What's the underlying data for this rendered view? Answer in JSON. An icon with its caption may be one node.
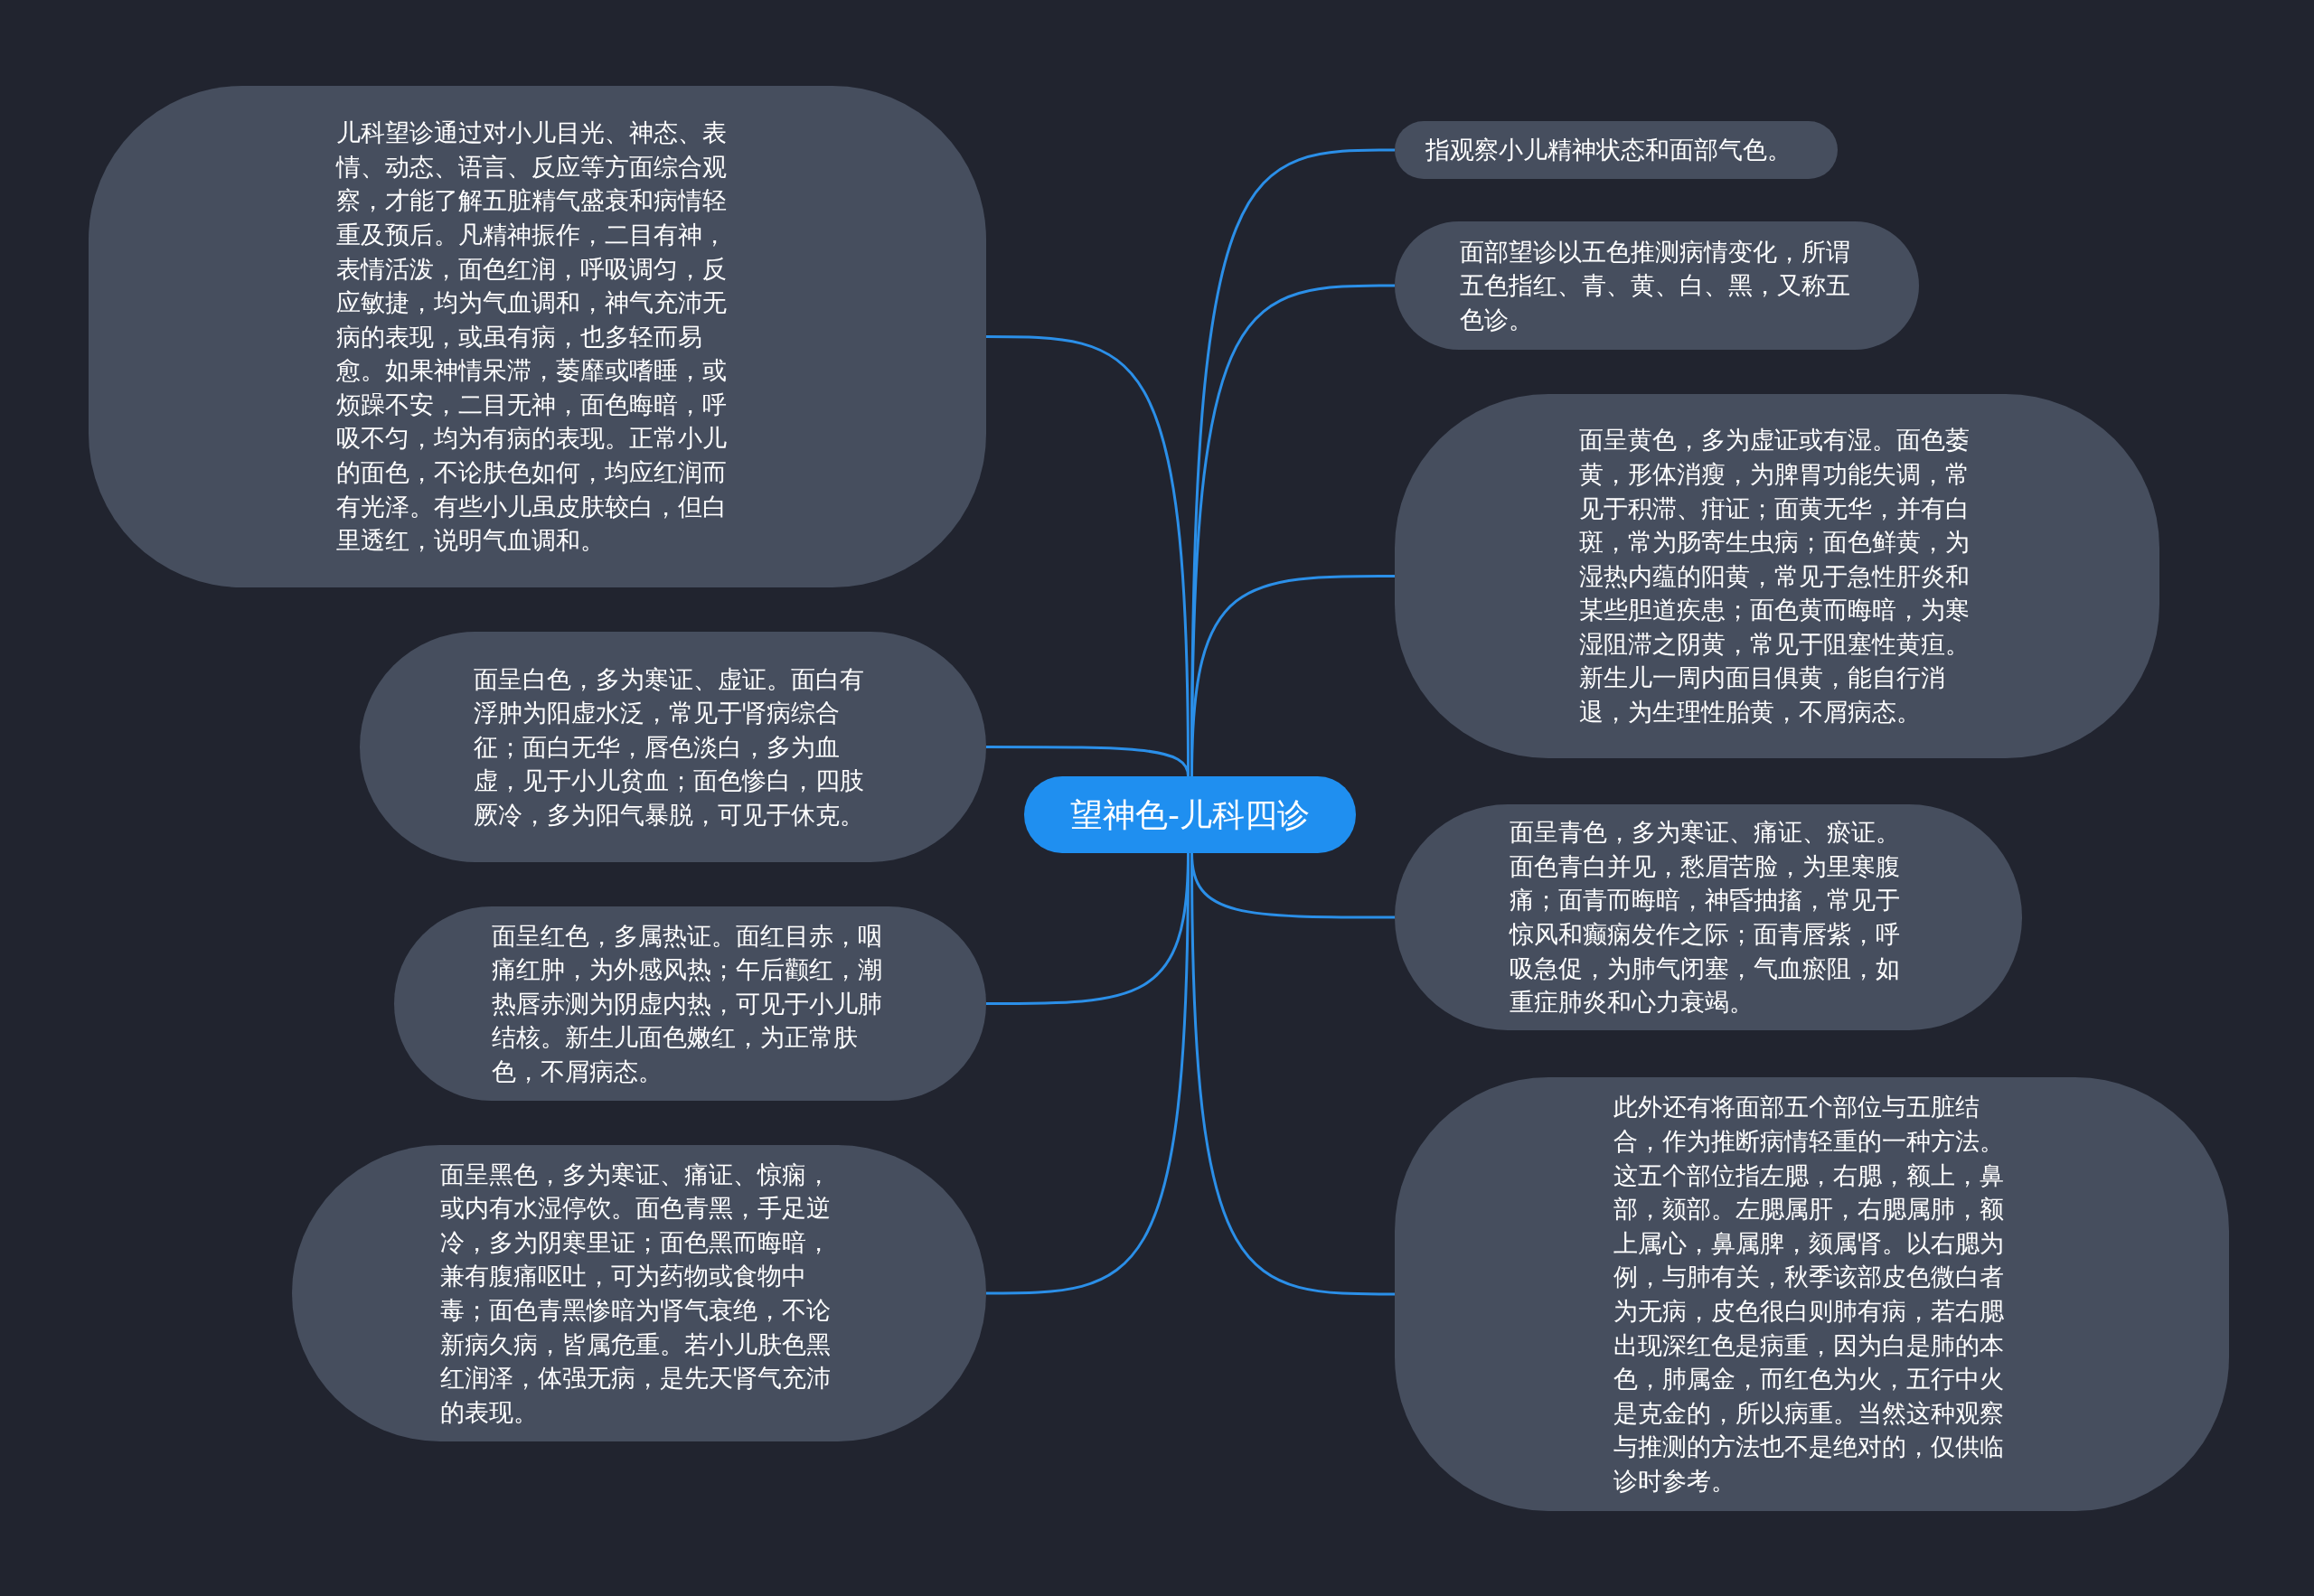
{
  "diagram": {
    "nodes": [
      {
        "text": [
          "望神色-儿科四诊"
        ]
      },
      {
        "text": [
          "儿科望诊通过对小儿目光、神态、表情、动态、语言、反应等方面综合观察，才能了解五脏精气盛衰和病情轻重及预后。凡精神振作，二目有神，表情活泼，面色红润，呼吸调匀，反应敏捷，均为气血调和，神气充沛无病的表现，或虽有病，也多轻而易愈。如果神情呆滞，萎靡或嗜睡，或烦躁不安，二目无神，面色晦暗，呼吸不匀，均为有病的表现。正常小儿的面色，不论肤色如何，均应红润而有光泽。有些小儿虽皮肤较白，但白里透红，说明气血调和。"
        ]
      },
      {
        "text": [
          "面呈白色，多为寒证、虚证。面白有浮肿为阳虚水泛，常见于肾病综合征；面白无华，唇色淡白，多为血虚，见于小儿贫血；面色惨白，四肢厥冷，多为阳气暴脱，可见于休克。"
        ]
      },
      {
        "text": [
          "面呈红色，多属热证。面红目赤，咽痛红肿，为外感风热；午后颧红，潮热唇赤测为阴虚内热，可见于小儿肺结核。新生儿面色嫩红，为正常肤色，不屑病态。"
        ]
      },
      {
        "text": [
          "面呈黑色，多为寒证、痛证、惊痫，或内有水湿停饮。面色青黑，手足逆冷，多为阴寒里证；面色黑而晦暗，兼有腹痛呕吐，可为药物或食物中毒；面色青黑惨暗为肾气衰绝，不论新病久病，皆属危重。若小儿肤色黑红润泽，体强无病，是先天肾气充沛的表现。"
        ]
      },
      {
        "text": [
          "指观察小儿精神状态和面部气色。"
        ]
      },
      {
        "text": [
          "面部望诊以五色推测病情变化，所谓五色指红、青、黄、白、黑，又称五色诊。"
        ]
      },
      {
        "text": [
          "面呈黄色，多为虚证或有湿。面色萎黄，形体消瘦，为脾胃功能失调，常见于积滞、疳证；面黄无华，并有白斑，常为肠寄生虫病；面色鲜黄，为湿热内蕴的阳黄，常见于急性肝炎和某些胆道疾患；面色黄而晦暗，为寒湿阻滞之阴黄，常见于阻塞性黄疸。新生儿一周内面目俱黄，能自行消退，为生理性胎黄，不屑病态。"
        ]
      },
      {
        "text": [
          "面呈青色，多为寒证、痛证、瘀证。面色青白并见，愁眉苦脸，为里寒腹痛；面青而晦暗，神昏抽搐，常见于惊风和癫痫发作之际；面青唇紫，呼吸急促，为肺气闭塞，气血瘀阻，如重症肺炎和心力衰竭。"
        ]
      },
      {
        "text": [
          "此外还有将面部五个部位与五脏结合，作为推断病情轻重的一种方法。这五个部位指左腮，右腮，额上，鼻部，颏部。左腮属肝，右腮属肺，额上属心，鼻属脾，颏属肾。以右腮为例，与肺有关，秋季该部皮色微白者为无病，皮色很白则肺有病，若右腮出现深红色是病重，因为白是肺的本色，肺属金，而红色为火，五行中火是克金的，所以病重。当然这种观察与推测的方法也不是绝对的，仅供临诊时参考。"
        ]
      }
    ],
    "edges": [
      {
        "from": 0,
        "to": 1,
        "arrow": "none"
      },
      {
        "from": 0,
        "to": 2,
        "arrow": "none"
      },
      {
        "from": 0,
        "to": 3,
        "arrow": "none"
      },
      {
        "from": 0,
        "to": 4,
        "arrow": "none"
      },
      {
        "from": 0,
        "to": 5,
        "arrow": "none"
      },
      {
        "from": 0,
        "to": 6,
        "arrow": "none"
      },
      {
        "from": 0,
        "to": 7,
        "arrow": "none"
      },
      {
        "from": 0,
        "to": 8,
        "arrow": "none"
      },
      {
        "from": 0,
        "to": 9,
        "arrow": "none"
      }
    ]
  }
}
